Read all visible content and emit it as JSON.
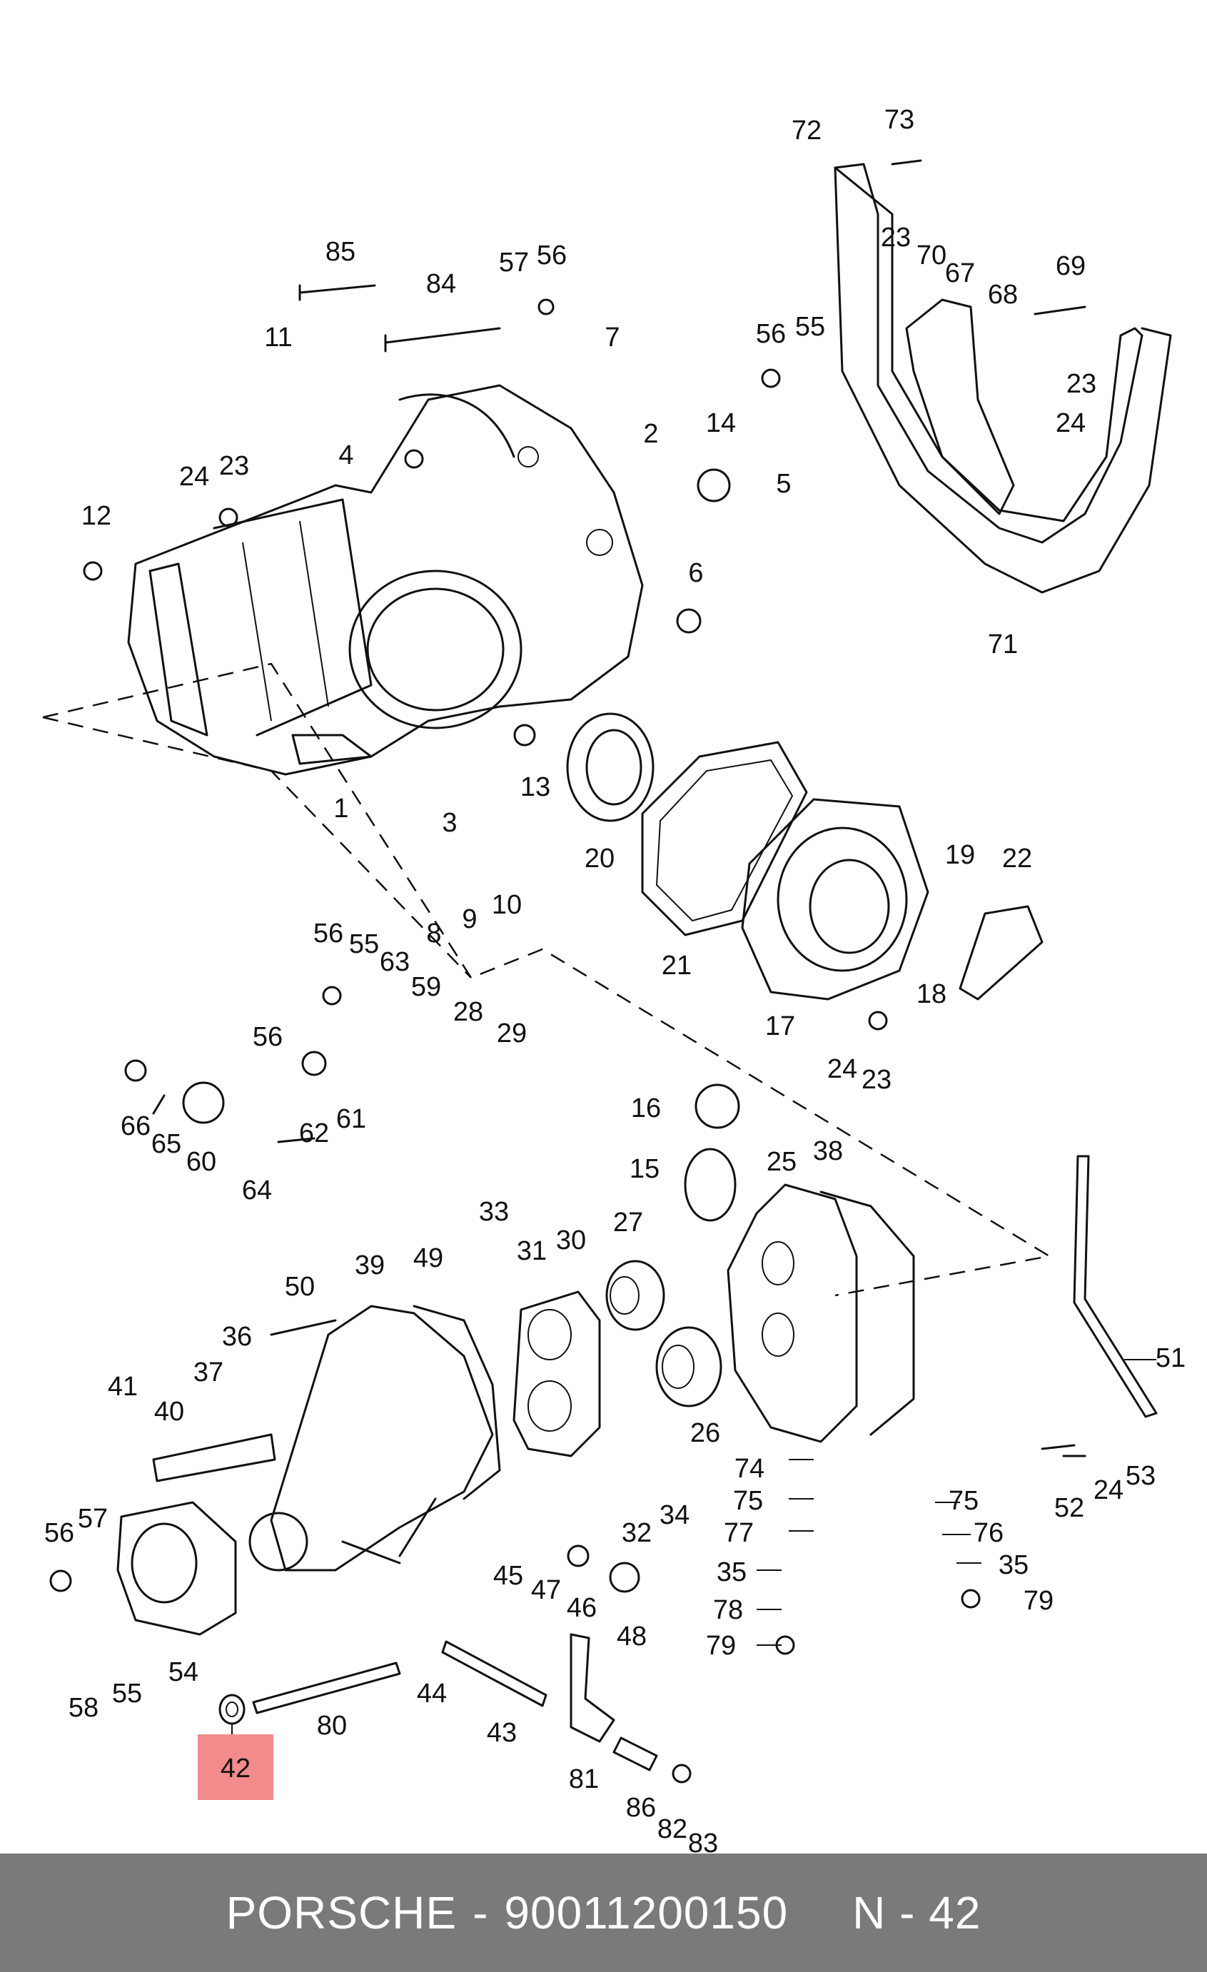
{
  "highlight": {
    "label": "42",
    "color": "#f28b8b"
  },
  "footer": {
    "brand": "PORSCHE",
    "separator": "-",
    "part_number": "90011200150",
    "position": "N - 42",
    "background": "#7a7a7a",
    "text_color": "#ffffff"
  },
  "callouts": [
    "72",
    "73",
    "23",
    "70",
    "67",
    "68",
    "69",
    "56",
    "55",
    "23",
    "24",
    "71",
    "85",
    "84",
    "57",
    "56",
    "11",
    "7",
    "4",
    "2",
    "14",
    "5",
    "24",
    "23",
    "12",
    "6",
    "1",
    "3",
    "13",
    "20",
    "8",
    "9",
    "10",
    "21",
    "17",
    "19",
    "22",
    "18",
    "24",
    "23",
    "56",
    "55",
    "63",
    "59",
    "28",
    "29",
    "56",
    "66",
    "65",
    "60",
    "62",
    "61",
    "64",
    "16",
    "15",
    "25",
    "38",
    "27",
    "33",
    "31",
    "30",
    "50",
    "39",
    "49",
    "26",
    "36",
    "37",
    "41",
    "40",
    "51",
    "52",
    "24",
    "53",
    "74",
    "75",
    "75",
    "76",
    "77",
    "35",
    "35",
    "78",
    "79",
    "79",
    "32",
    "34",
    "45",
    "47",
    "46",
    "48",
    "56",
    "57",
    "58",
    "55",
    "54",
    "44",
    "43",
    "81",
    "80",
    "86",
    "82",
    "83"
  ]
}
